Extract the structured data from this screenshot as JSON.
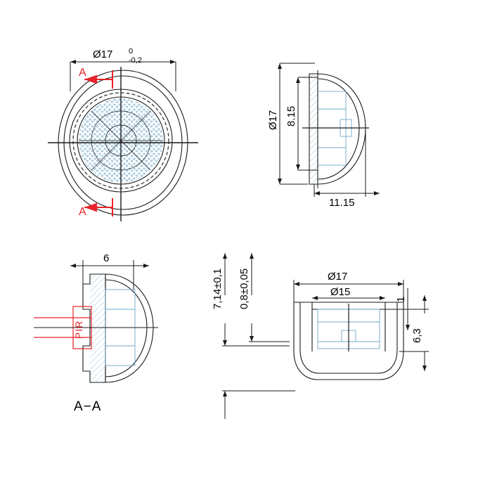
{
  "sheet": {
    "background": "#ffffff",
    "line_color": "#1a1a1a",
    "accent_color": "#e8232a",
    "hatch_color": "#6fa8c8"
  },
  "views": {
    "top_left": {
      "name": "front-view",
      "diameter_label": "Ø17",
      "tolerance_upper": "0",
      "tolerance_lower": "-0,2",
      "section_marker_top": "A",
      "section_marker_bottom": "A"
    },
    "top_right": {
      "name": "side-view",
      "height_label": "Ø17",
      "inner_height_label": "8.15",
      "width_label": "11.15"
    },
    "bottom_left": {
      "name": "section-view",
      "top_dim": "6",
      "pir_label": "PIR",
      "section_title": "A−A"
    },
    "bottom_right": {
      "name": "cross-section-view",
      "dim_714": "7,14±0,1",
      "dim_08": "0,8±0,05",
      "dim_d17": "Ø17",
      "dim_d15": "Ø15",
      "dim_1": "1",
      "dim_63": "6,3"
    }
  }
}
